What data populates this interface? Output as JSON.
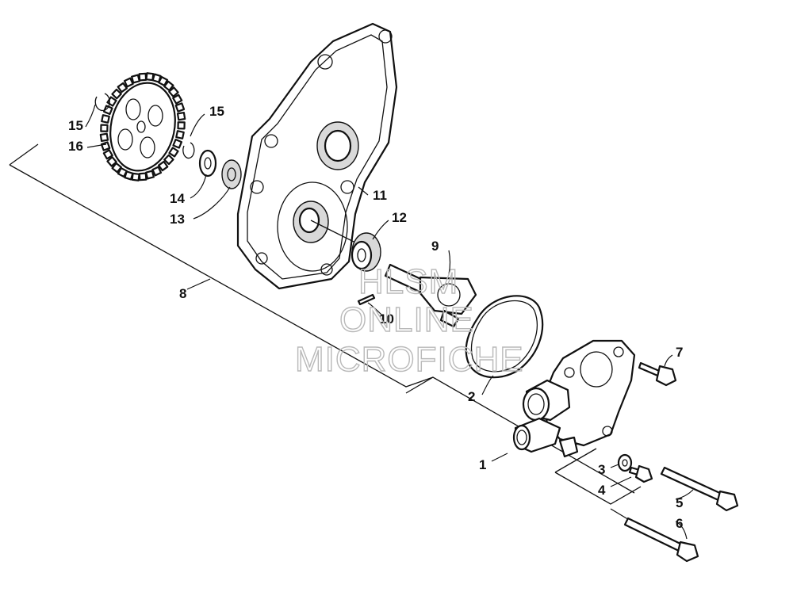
{
  "watermark": {
    "line1": "HLSM",
    "line2": "ONLINE",
    "line3": "MICROFICHE"
  },
  "callouts": [
    {
      "id": "c1",
      "label": "1"
    },
    {
      "id": "c2",
      "label": "2"
    },
    {
      "id": "c3",
      "label": "3"
    },
    {
      "id": "c4",
      "label": "4"
    },
    {
      "id": "c5",
      "label": "5"
    },
    {
      "id": "c6",
      "label": "6"
    },
    {
      "id": "c7",
      "label": "7"
    },
    {
      "id": "c8",
      "label": "8"
    },
    {
      "id": "c9",
      "label": "9"
    },
    {
      "id": "c10",
      "label": "10"
    },
    {
      "id": "c11",
      "label": "11"
    },
    {
      "id": "c12",
      "label": "12"
    },
    {
      "id": "c13",
      "label": "13"
    },
    {
      "id": "c14",
      "label": "14"
    },
    {
      "id": "c15a",
      "label": "15"
    },
    {
      "id": "c15b",
      "label": "15"
    },
    {
      "id": "c16",
      "label": "16"
    }
  ]
}
